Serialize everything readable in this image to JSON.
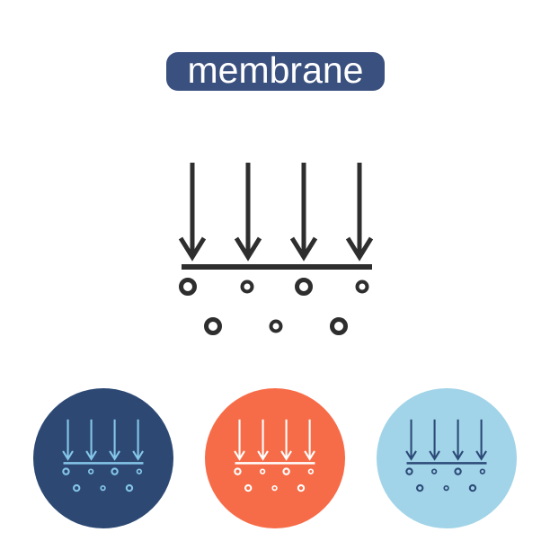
{
  "badge": {
    "label": "membrane"
  },
  "colors": {
    "page-bg": "#ffffff",
    "badge-bg": "#3a507e",
    "badge-text": "#ffffff",
    "icon-stroke": "#2e2e2e",
    "variant1-bg": "#2d4973",
    "variant1-icon": "#85c6e9",
    "variant2-bg": "#f76c48",
    "variant2-icon": "#ffffff",
    "variant3-bg": "#a1d4e8",
    "variant3-icon": "#2c4a77"
  },
  "icons": {
    "main": "membrane-diagram-icon",
    "main_description": "four downward arrows pressing onto a horizontal membrane line with particles (circles) passing below",
    "variants": [
      {
        "name": "membrane-icon-dark-blue-circle"
      },
      {
        "name": "membrane-icon-orange-circle"
      },
      {
        "name": "membrane-icon-light-blue-circle"
      }
    ]
  }
}
